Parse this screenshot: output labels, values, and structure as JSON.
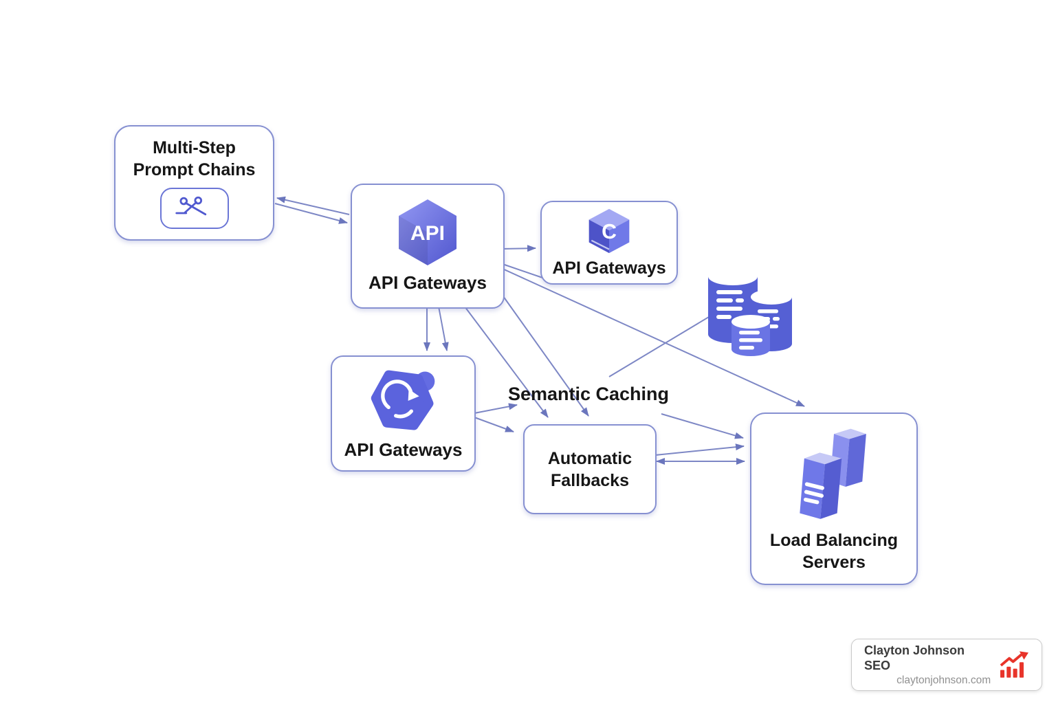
{
  "diagram": {
    "nodes": {
      "multi_step": {
        "label": "Multi-Step Prompt Chains"
      },
      "gateway_main": {
        "label": "API Gateways",
        "icon_text": "API"
      },
      "gateway_cube": {
        "label": "API Gateways",
        "icon_text": "C"
      },
      "gateway_refresh": {
        "label": "API Gateways"
      },
      "semantic_caching": {
        "label": "Semantic Caching"
      },
      "automatic_fallbacks": {
        "label": "Automatic Fallbacks"
      },
      "load_balancing": {
        "label": "Load Balancing Servers"
      }
    },
    "icons": [
      "scissors-icon",
      "api-hexagon-icon",
      "cube-c-icon",
      "refresh-hexagon-icon",
      "databases-icon",
      "servers-icon",
      "growth-chart-icon"
    ],
    "colors": {
      "edge": "#7d87c5",
      "arrowhead": "#6b76bd",
      "box_border": "#8690d1",
      "icon_purple": "#5b63dd",
      "database_purple": "#5560d4",
      "label_text": "#161616",
      "badge_red": "#e8342a"
    }
  },
  "badge": {
    "title": "Clayton Johnson SEO",
    "domain": "claytonjohnson.com"
  }
}
